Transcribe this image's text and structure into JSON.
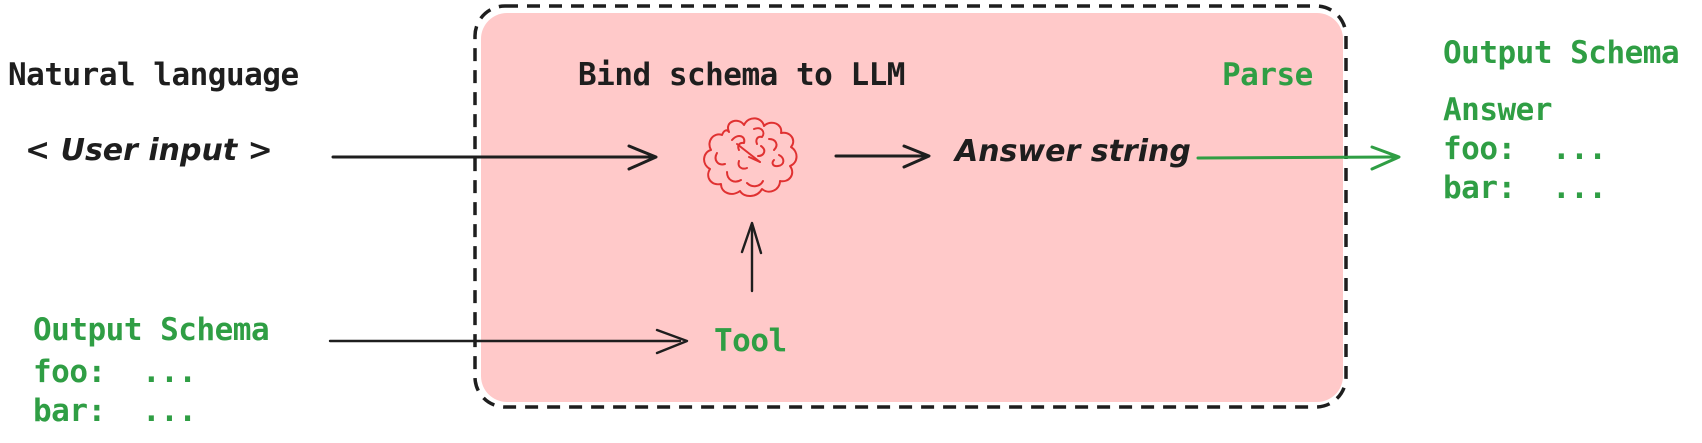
{
  "colors": {
    "ink": "#1e1e1e",
    "green": "#2f9e44",
    "pink": "#ffc9c9",
    "red": "#e03131",
    "background": "#ffffff"
  },
  "input_section": {
    "title": "Natural language",
    "value": "< User input >"
  },
  "schema_input_section": {
    "title": "Output Schema",
    "fields": [
      "foo:  ...",
      "bar:  ..."
    ]
  },
  "llm_box": {
    "title": "Bind schema to LLM",
    "parse_label": "Parse",
    "tool_label": "Tool",
    "answer_label": "Answer string"
  },
  "output_section": {
    "title": "Output Schema",
    "answer_label": "Answer",
    "fields": [
      "foo:  ...",
      "bar:  ..."
    ]
  },
  "icons": {
    "brain": "brain-icon"
  },
  "arrows": [
    {
      "name": "arrow-user-input-to-llm",
      "color": "#1e1e1e"
    },
    {
      "name": "arrow-llm-to-answer-string",
      "color": "#1e1e1e"
    },
    {
      "name": "arrow-answer-string-to-output",
      "color": "#2f9e44"
    },
    {
      "name": "arrow-output-schema-to-tool",
      "color": "#1e1e1e"
    },
    {
      "name": "arrow-tool-to-llm",
      "color": "#1e1e1e"
    }
  ]
}
